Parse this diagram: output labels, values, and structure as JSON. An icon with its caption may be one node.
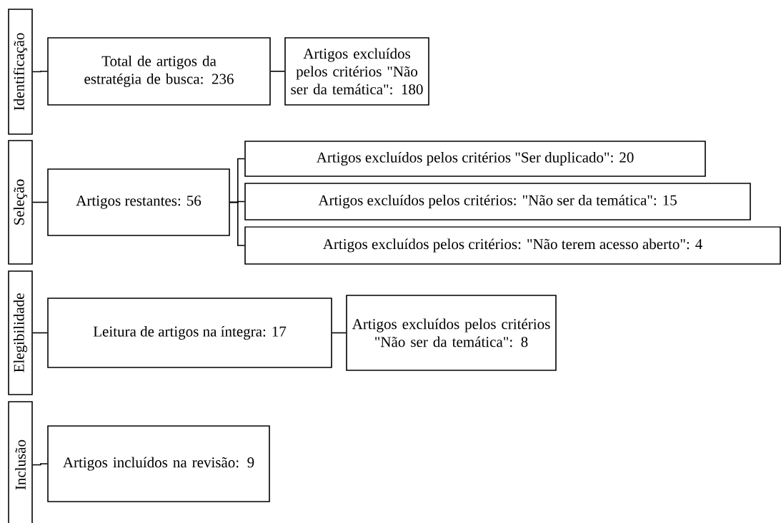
{
  "diagram": {
    "nodes": [
      {
        "text": [
          "Identificação"
        ]
      },
      {
        "text": [
          "Total de artigos da estratégia de busca: 236"
        ]
      },
      {
        "text": [
          "Artigos excluídos pelos critérios \"Não ser da temática\": 180"
        ]
      },
      {
        "text": [
          "Seleção"
        ]
      },
      {
        "text": [
          "Artigos restantes: 56"
        ]
      },
      {
        "text": [
          "Artigos excluídos pelos critérios \"Ser duplicado\": 20"
        ]
      },
      {
        "text": [
          "Artigos excluídos pelos critérios: \"Não ser da temática\": 15"
        ]
      },
      {
        "text": [
          "Artigos excluídos pelos critérios: \"Não terem acesso aberto\": 4"
        ]
      },
      {
        "text": [
          "Elegibilidade"
        ]
      },
      {
        "text": [
          "Leitura de artigos na íntegra: 17"
        ]
      },
      {
        "text": [
          "Artigos excluídos pelos critérios \"Não ser da temática\": 8"
        ]
      },
      {
        "text": [
          "Inclusão"
        ]
      },
      {
        "text": [
          "Artigos incluídos na revisão: 9"
        ]
      }
    ],
    "edges": [
      {
        "from": 0,
        "to": 1,
        "arrow": "none"
      },
      {
        "from": 1,
        "to": 2,
        "arrow": "none"
      },
      {
        "from": 3,
        "to": 4,
        "arrow": "none"
      },
      {
        "from": 4,
        "to": 5,
        "arrow": "none"
      },
      {
        "from": 4,
        "to": 6,
        "arrow": "none"
      },
      {
        "from": 4,
        "to": 7,
        "arrow": "none"
      },
      {
        "from": 8,
        "to": 9,
        "arrow": "none"
      },
      {
        "from": 9,
        "to": 10,
        "arrow": "none"
      },
      {
        "from": 11,
        "to": 12,
        "arrow": "none"
      }
    ]
  }
}
